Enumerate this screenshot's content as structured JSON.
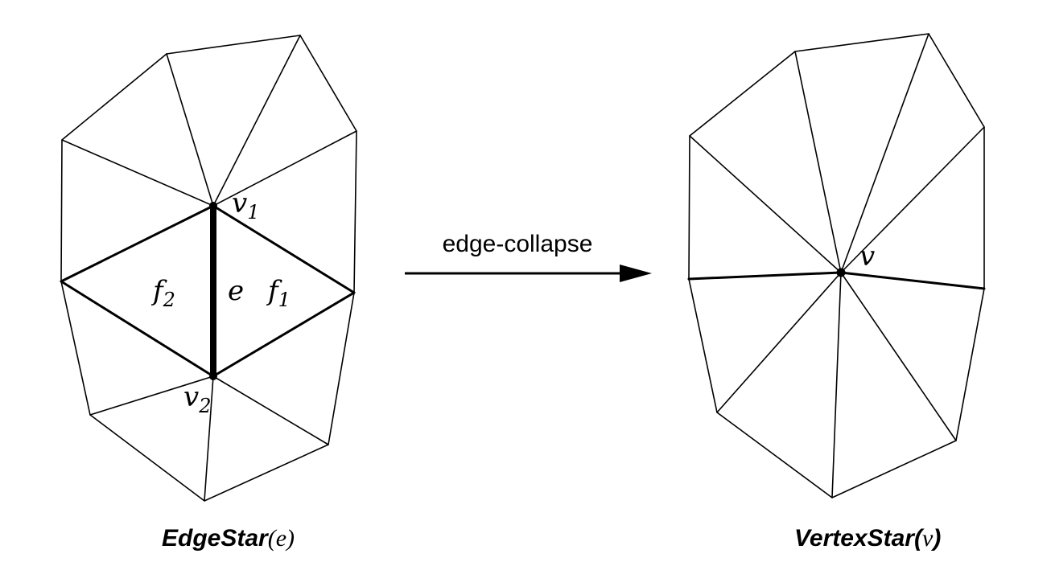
{
  "left": {
    "labels": {
      "v1": "v",
      "v1_sub": "1",
      "v2": "v",
      "v2_sub": "2",
      "f1": "f",
      "f1_sub": "1",
      "f2": "f",
      "f2_sub": "2",
      "e": "e"
    },
    "caption": {
      "bold": "EdgeStar",
      "open": "(",
      "arg": "e",
      "close": ")"
    }
  },
  "arrow": {
    "label": "edge-collapse"
  },
  "right": {
    "labels": {
      "v": "v"
    },
    "caption": {
      "bold": "VertexStar",
      "open": "(",
      "arg": "v",
      "close": ")"
    }
  }
}
